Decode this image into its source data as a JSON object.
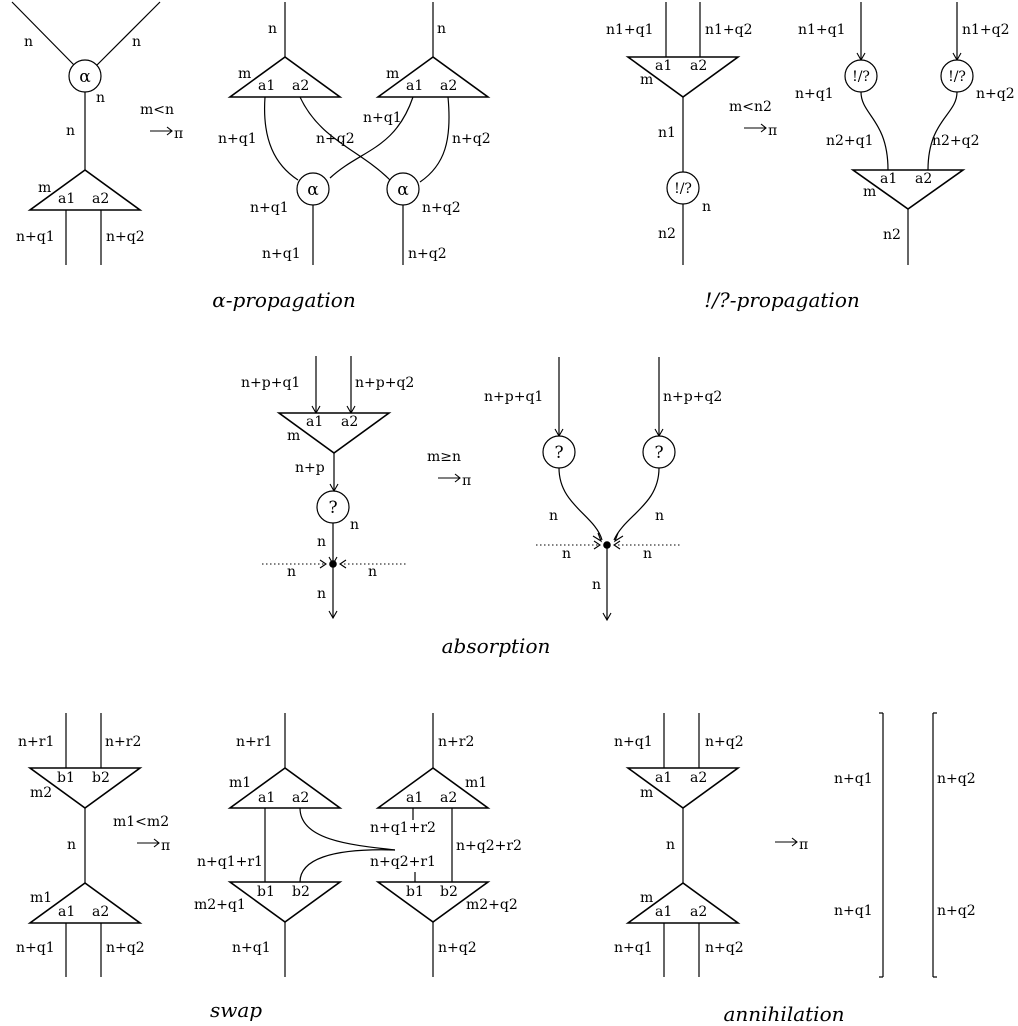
{
  "captions": {
    "alpha_propagation": "α-propagation",
    "bang_propagation": "!/?-propagation",
    "absorption": "absorption",
    "swap": "swap",
    "annihilation": "annihilation"
  },
  "symbols": {
    "alpha": "α",
    "bang_query": "!/?",
    "query": "?"
  },
  "labels": {
    "n": "n",
    "m": "m",
    "m1": "m1",
    "m2": "m2",
    "a1": "a1",
    "a2": "a2",
    "b1": "b1",
    "b2": "b2",
    "n1": "n1",
    "n2": "n2",
    "n_q1": "n+q1",
    "n_q2": "n+q2",
    "n1_q1": "n1+q1",
    "n1_q2": "n1+q2",
    "n2_q1": "n2+q1",
    "n2_q2": "n2+q2",
    "n_r1": "n+r1",
    "n_r2": "n+r2",
    "n_p": "n+p",
    "n_p_q1": "n+p+q1",
    "n_p_q2": "n+p+q2",
    "n_q1_r1": "n+q1+r1",
    "n_q1_r2": "n+q1+r2",
    "n_q2_r1": "n+q2+r1",
    "n_q2_r2": "n+q2+r2",
    "m2_q1": "m2+q1",
    "m2_q2": "m2+q2"
  },
  "conditions": {
    "alpha": "m<n",
    "bang": "m<n2",
    "absorption": "m≥n",
    "swap": "m1<m2"
  },
  "arrow_label": "→π"
}
